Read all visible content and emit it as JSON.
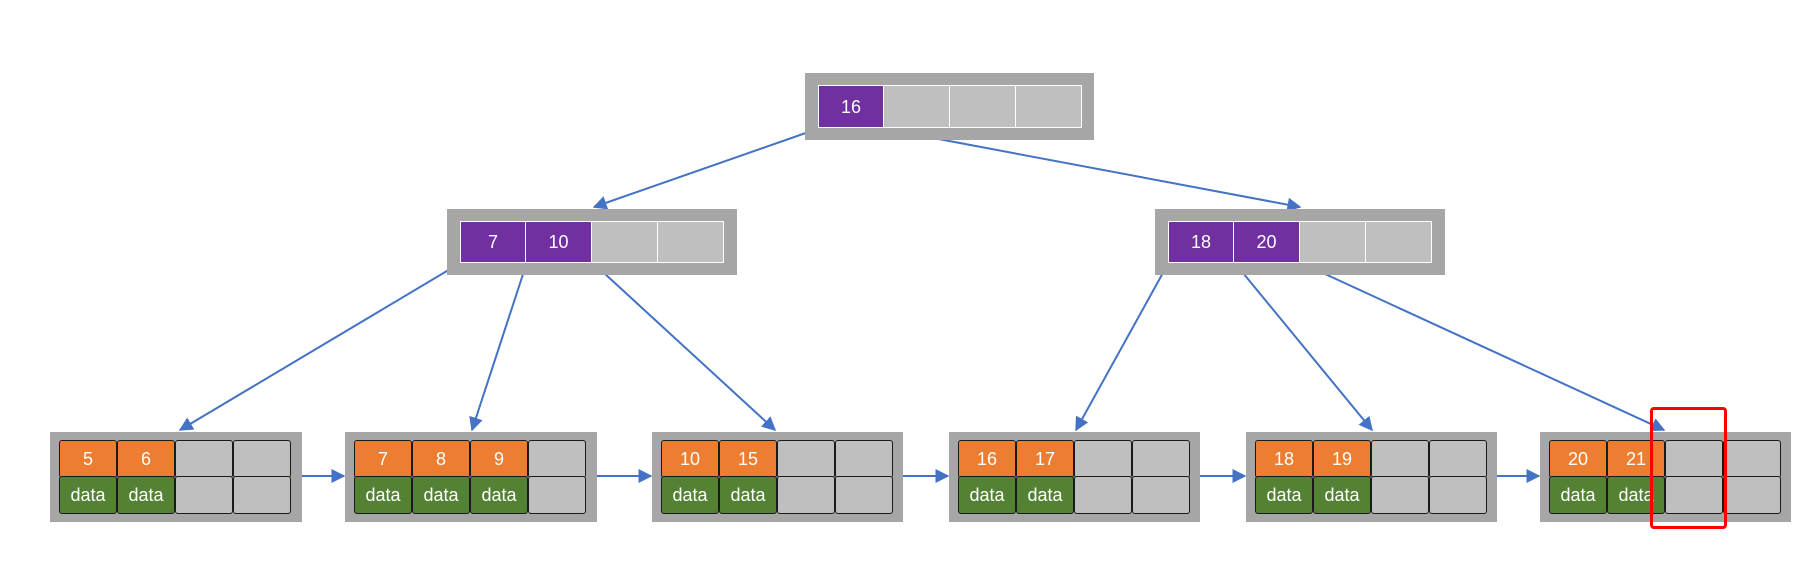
{
  "colors": {
    "internal_key": "#7030a0",
    "leaf_key": "#ed7d31",
    "data": "#548235",
    "empty": "#bfbfbf",
    "frame": "#a6a6a6",
    "arrow": "#4472c4",
    "highlight": "#ff0000"
  },
  "root": {
    "keys": [
      "16"
    ]
  },
  "internal": [
    {
      "keys": [
        "7",
        "10"
      ]
    },
    {
      "keys": [
        "18",
        "20"
      ]
    }
  ],
  "leaves": [
    {
      "keys": [
        "5",
        "6"
      ],
      "data": [
        "data",
        "data"
      ]
    },
    {
      "keys": [
        "7",
        "8",
        "9"
      ],
      "data": [
        "data",
        "data",
        "data"
      ]
    },
    {
      "keys": [
        "10",
        "15"
      ],
      "data": [
        "data",
        "data"
      ]
    },
    {
      "keys": [
        "16",
        "17"
      ],
      "data": [
        "data",
        "data"
      ]
    },
    {
      "keys": [
        "18",
        "19"
      ],
      "data": [
        "data",
        "data"
      ]
    },
    {
      "keys": [
        "20",
        "21"
      ],
      "data": [
        "data",
        "data"
      ]
    }
  ]
}
